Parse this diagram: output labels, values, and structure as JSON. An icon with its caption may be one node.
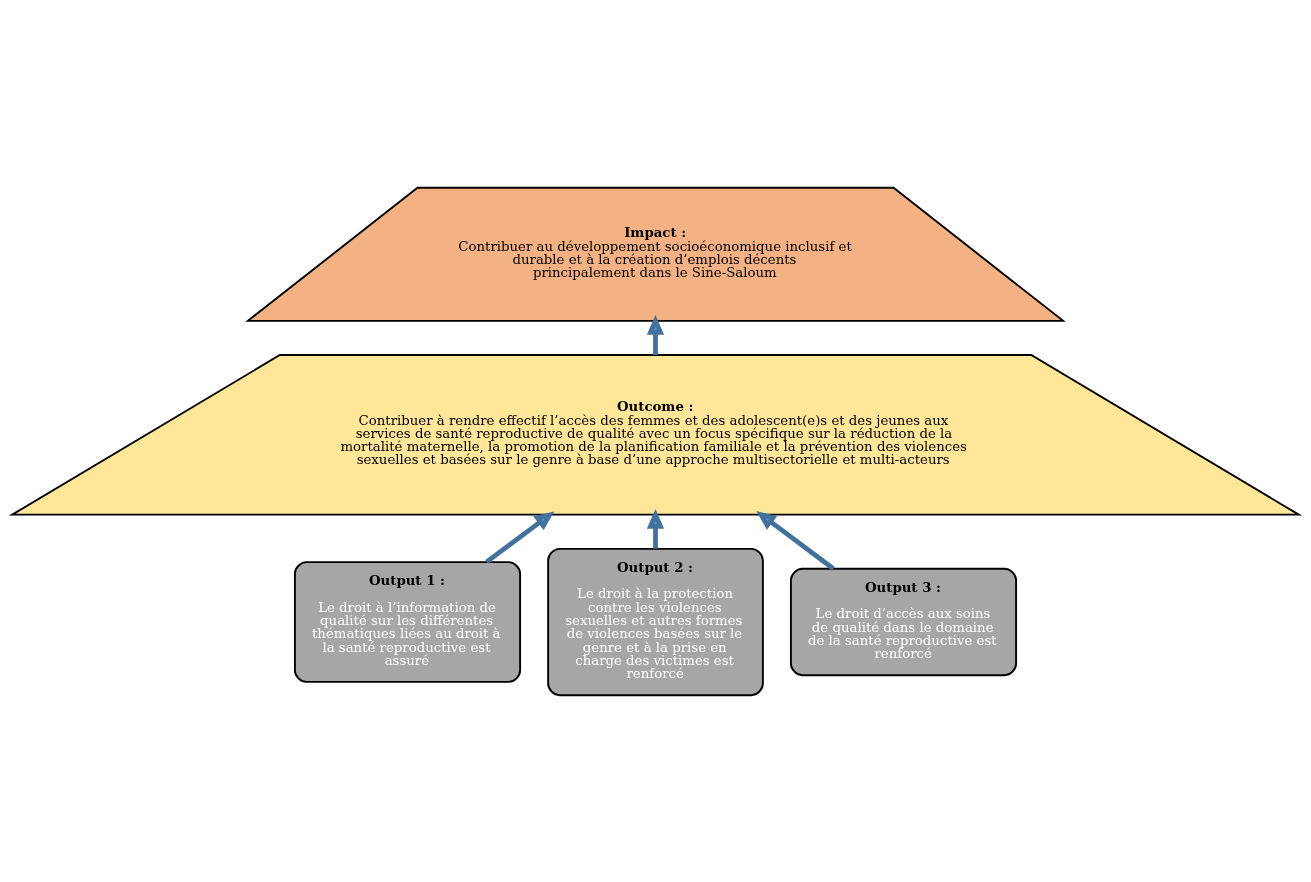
{
  "diagram": {
    "nodes": [
      {
        "text": [
          "Impact :",
          "Contribuer au développement socioéconomique inclusif et durable et à la création d’emplois décents principalement dans le Sine-Saloum"
        ]
      },
      {
        "text": [
          "Outcome :",
          "Contribuer à rendre effectif l’accès des femmes et des adolescent(e)s et des jeunes aux services de santé reproductive de qualité avec un focus spécifique sur la réduction de la mortalité maternelle, la promotion de la planification familiale et la prévention des violences sexuelles et basées sur le genre à base d’une approche multisectorielle et multi-acteurs"
        ]
      },
      {
        "text": [
          "Output 1 :",
          "Le droit à l’information de qualité sur les différentes thématiques liées au droit à la santé reproductive est assuré"
        ]
      },
      {
        "text": [
          "Output 2 :",
          "Le droit à la protection contre les violences sexuelles et autres formes de violences basées sur le genre et à la prise en charge des victimes est renforcé"
        ]
      },
      {
        "text": [
          "Output 3 :",
          "Le droit d’accès aux soins de qualité dans le domaine de la santé reproductive est renforcé"
        ]
      }
    ],
    "edges": [
      {
        "from": 1,
        "to": 0,
        "arrow": "to"
      },
      {
        "from": 2,
        "to": 1,
        "arrow": "to"
      },
      {
        "from": 3,
        "to": 1,
        "arrow": "to"
      },
      {
        "from": 4,
        "to": 1,
        "arrow": "to"
      }
    ]
  }
}
